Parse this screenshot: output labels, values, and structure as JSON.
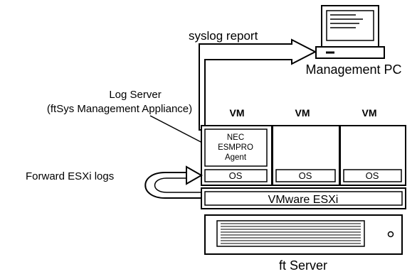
{
  "labels": {
    "syslog_report": "syslog report",
    "management_pc": "Management PC",
    "log_server_line1": "Log Server",
    "log_server_line2": "(ftSys Management Appliance)",
    "forward_logs": "Forward ESXi logs",
    "vmware_esxi": "VMware ESXi",
    "ft_server": "ft Server"
  },
  "vms": [
    {
      "header": "VM",
      "os": "OS",
      "agent_lines": [
        "NEC",
        "ESMPRO",
        "Agent"
      ]
    },
    {
      "header": "VM",
      "os": "OS"
    },
    {
      "header": "VM",
      "os": "OS"
    }
  ]
}
